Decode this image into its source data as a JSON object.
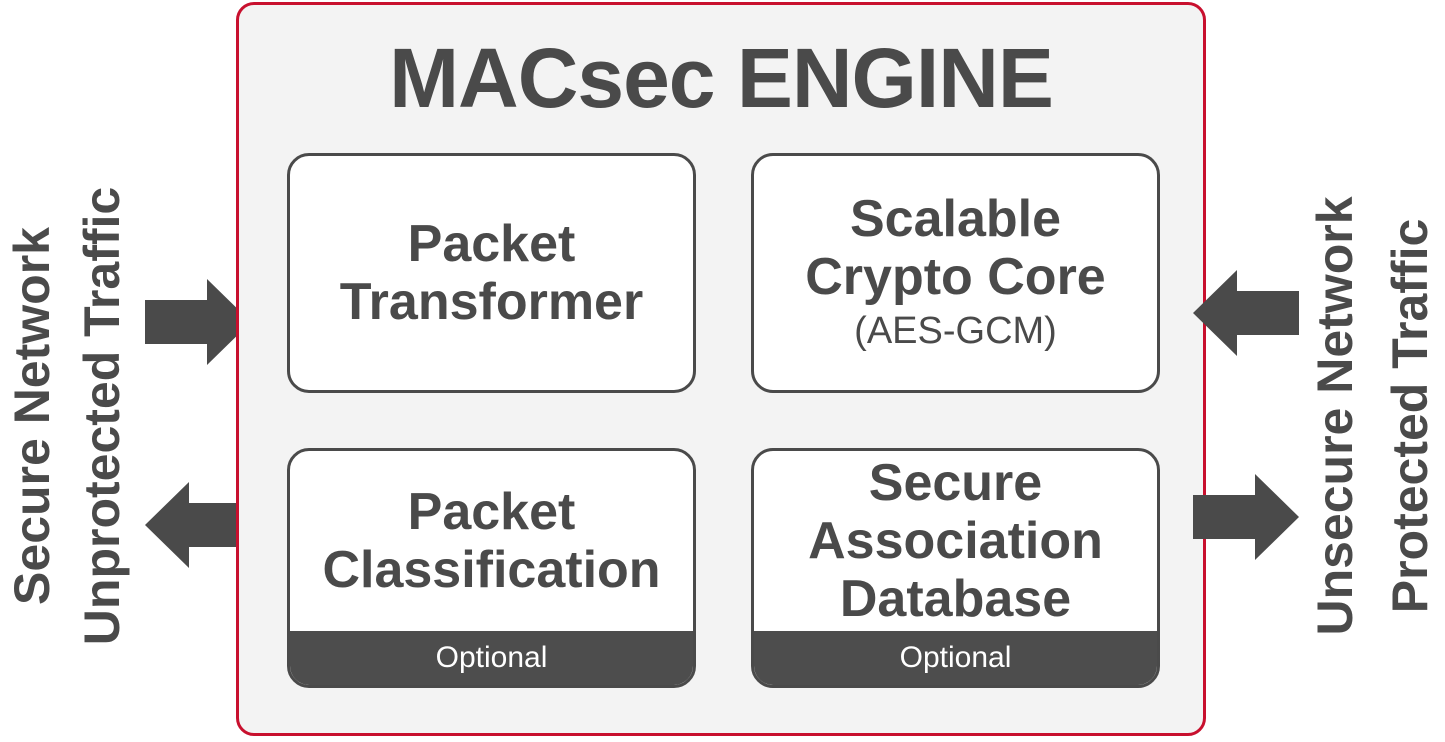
{
  "title": "MACsec ENGINE",
  "blocks": {
    "packet_transformer": {
      "line1": "Packet",
      "line2": "Transformer"
    },
    "crypto_core": {
      "line1": "Scalable",
      "line2": "Crypto Core",
      "sub": "(AES-GCM)"
    },
    "packet_classification": {
      "line1": "Packet",
      "line2": "Classification",
      "footer": "Optional"
    },
    "sa_database": {
      "line1": "Secure",
      "line2": "Association",
      "line3": "Database",
      "footer": "Optional"
    }
  },
  "left_side": {
    "line1": "Secure Network",
    "line2": "Unprotected Traffic"
  },
  "right_side": {
    "line1": "Unsecure Network",
    "line2": "Protected Traffic"
  },
  "colors": {
    "border": "#c8102e",
    "text": "#4a4a4a",
    "footer_bg": "#4d4d4d",
    "engine_bg": "#f3f3f3"
  },
  "icons": [
    "arrow-right-icon",
    "arrow-left-icon"
  ]
}
